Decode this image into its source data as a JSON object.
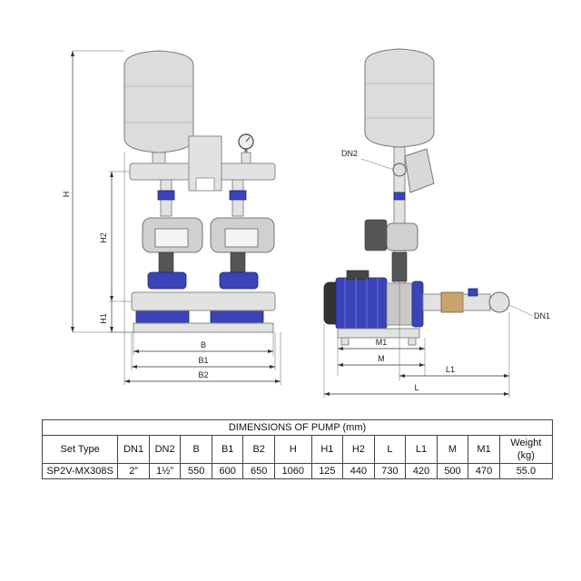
{
  "labels": {
    "H": "H",
    "H1": "H1",
    "H2": "H2",
    "B": "B",
    "B1": "B1",
    "B2": "B2",
    "DN1": "DN1",
    "DN2": "DN2",
    "M": "M",
    "M1": "M1",
    "L": "L",
    "L1": "L1"
  },
  "table": {
    "title": "DIMENSIONS OF PUMP (mm)",
    "headers": [
      "Set Type",
      "DN1",
      "DN2",
      "B",
      "B1",
      "B2",
      "H",
      "H1",
      "H2",
      "L",
      "L1",
      "M",
      "M1",
      "Weight\n(kg)"
    ],
    "rows": [
      [
        "SP2V-MX308S",
        "2”",
        "1½”",
        "550",
        "600",
        "650",
        "1060",
        "125",
        "440",
        "730",
        "420",
        "500",
        "470",
        "55.0"
      ]
    ]
  }
}
